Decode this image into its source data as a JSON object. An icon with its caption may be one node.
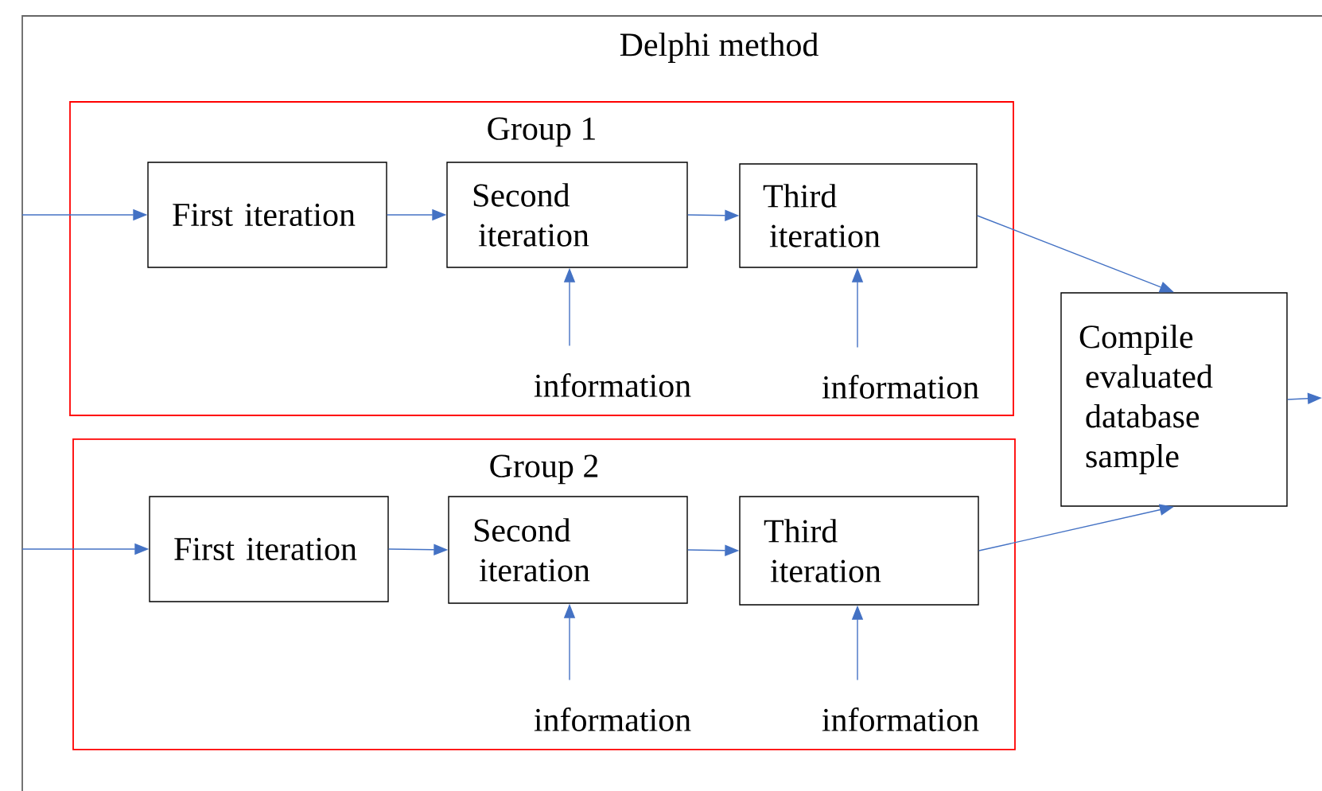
{
  "diagram": {
    "nodes": [
      {
        "text": [
          "Delphi method"
        ]
      },
      {
        "text": [
          "Group 1"
        ],
        "in": 0
      },
      {
        "text": [
          "First iteration"
        ],
        "in": 1
      },
      {
        "text": [
          "Second iteration"
        ],
        "in": 1
      },
      {
        "text": [
          "Third iteration"
        ],
        "in": 1
      },
      {
        "text": [
          "information"
        ],
        "in": 1
      },
      {
        "text": [
          "information"
        ],
        "in": 1
      },
      {
        "text": [
          "Group 2"
        ],
        "in": 0
      },
      {
        "text": [
          "First iteration"
        ],
        "in": 7
      },
      {
        "text": [
          "Second iteration"
        ],
        "in": 7
      },
      {
        "text": [
          "Third iteration"
        ],
        "in": 7
      },
      {
        "text": [
          "information"
        ],
        "in": 7
      },
      {
        "text": [
          "information"
        ],
        "in": 7
      },
      {
        "text": [
          "Compile evaluated database sample"
        ],
        "in": 0
      }
    ],
    "edges": [
      {
        "from": null,
        "to": 2,
        "arrow": "to"
      },
      {
        "from": 2,
        "to": 3,
        "arrow": "to"
      },
      {
        "from": 3,
        "to": 4,
        "arrow": "to"
      },
      {
        "from": 5,
        "to": 3,
        "arrow": "to"
      },
      {
        "from": 6,
        "to": 4,
        "arrow": "to"
      },
      {
        "from": 4,
        "to": 13,
        "arrow": "to"
      },
      {
        "from": null,
        "to": 8,
        "arrow": "to"
      },
      {
        "from": 8,
        "to": 9,
        "arrow": "to"
      },
      {
        "from": 9,
        "to": 10,
        "arrow": "to"
      },
      {
        "from": 11,
        "to": 9,
        "arrow": "to"
      },
      {
        "from": 12,
        "to": 10,
        "arrow": "to"
      },
      {
        "from": 10,
        "to": 13,
        "arrow": "to"
      },
      {
        "from": 13,
        "to": null,
        "arrow": "to"
      }
    ]
  }
}
